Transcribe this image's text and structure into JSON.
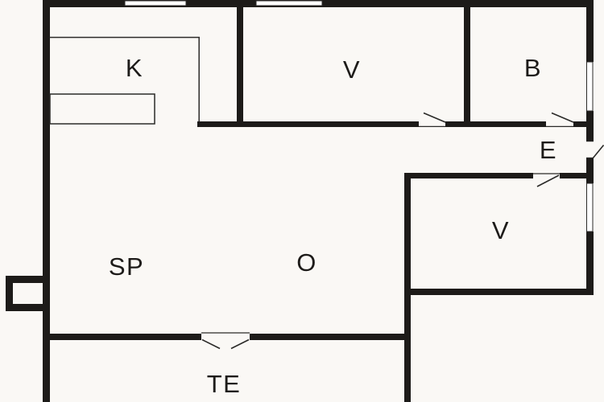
{
  "diagram": {
    "type": "floor-plan",
    "rooms": [
      {
        "id": "room-k",
        "label": "K"
      },
      {
        "id": "room-v-top",
        "label": "V"
      },
      {
        "id": "room-b",
        "label": "B"
      },
      {
        "id": "room-e",
        "label": "E"
      },
      {
        "id": "room-sp",
        "label": "SP"
      },
      {
        "id": "room-o",
        "label": "O"
      },
      {
        "id": "room-v-right",
        "label": "V"
      },
      {
        "id": "room-te",
        "label": "TE"
      }
    ],
    "colors": {
      "wall": "#1d1b19",
      "background": "#faf8f5",
      "line": "#2b2a28",
      "window": "#ffffff"
    }
  }
}
